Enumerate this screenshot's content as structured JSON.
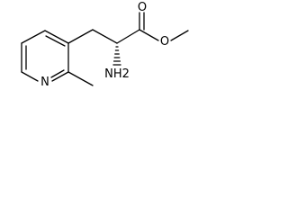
{
  "molecule": {
    "atoms": {
      "ring_nitrogen": "N",
      "ester_carbonyl_oxygen": "O",
      "ester_ether_oxygen": "O",
      "amine": "NH2"
    }
  }
}
